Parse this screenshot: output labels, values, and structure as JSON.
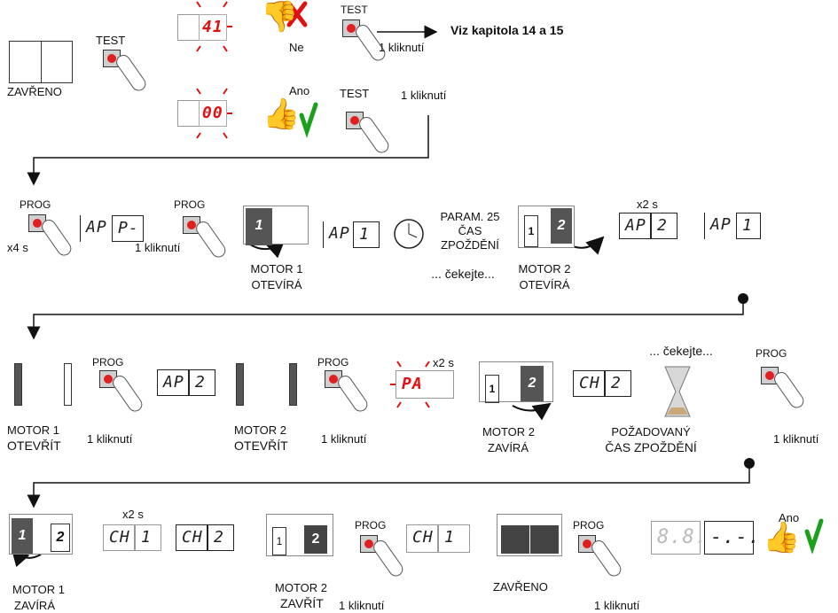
{
  "labels": {
    "test": "TEST",
    "prog": "PROG",
    "zavreno": "ZAVŘENO",
    "ne": "Ne",
    "ano": "Ano",
    "one_click": "1 kliknutí",
    "viz": "Viz kapitola 14 a 15",
    "x4s": "x4 s",
    "x2s": "x2 s",
    "motor1": "MOTOR 1",
    "motor2": "MOTOR 2",
    "oteviera": "OTEVÍRÁ",
    "oteviret": "OTEVŘÍT",
    "zavira": "ZAVÍRÁ",
    "zavrit": "ZAVŘÍT",
    "param25": "PARAM. 25",
    "cas": "ČAS",
    "zpozdeni": "ZPOŽDĚNÍ",
    "cekejte": "... čekejte...",
    "pozadovany": "POŽADOVANÝ",
    "cas_zpozdeni": "ČAS ZPOŽDĚNÍ"
  },
  "displays": {
    "d41": "41",
    "d00": "00",
    "ap": "AP",
    "p_dash": "P-",
    "one": "1",
    "two": "2",
    "pa": "PA",
    "ch": "CH",
    "d88": "8.8.",
    "dash_dash": "-.-."
  },
  "colors": {
    "accent_red": "#e01010",
    "check_green": "#1aa01a",
    "button_red": "#e02020"
  }
}
